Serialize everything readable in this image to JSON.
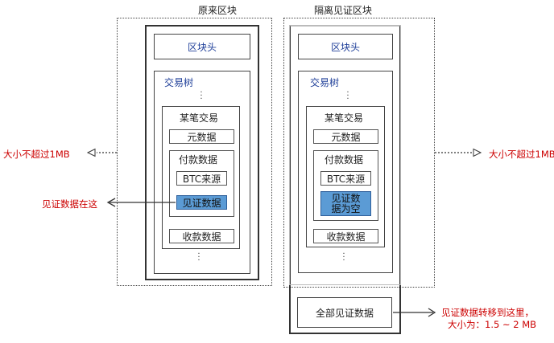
{
  "left": {
    "title": "原来区块",
    "block_header": "区块头",
    "tx_tree": "交易树",
    "some_tx": "某笔交易",
    "metadata": "元数据",
    "payment": "付款数据",
    "btc_source": "BTC来源",
    "witness": "见证数据",
    "receive": "收款数据",
    "size_note": "大小不超过1MB",
    "witness_note": "见证数据在这"
  },
  "right": {
    "title": "隔离见证区块",
    "block_header": "区块头",
    "tx_tree": "交易树",
    "some_tx": "某笔交易",
    "metadata": "元数据",
    "payment": "付款数据",
    "btc_source": "BTC来源",
    "witness_empty": "见证数据为空",
    "receive": "收款数据",
    "size_note": "大小不超过1MB",
    "all_witness": "全部见证数据",
    "moved_note_line1": "见证数据转移到这里，",
    "moved_note_line2": "大小为：1.5 ~ 2 MB"
  },
  "colors": {
    "highlight": "#5b9bd5",
    "annotation": "#cc0000",
    "heading_blue": "#1f3f99"
  }
}
